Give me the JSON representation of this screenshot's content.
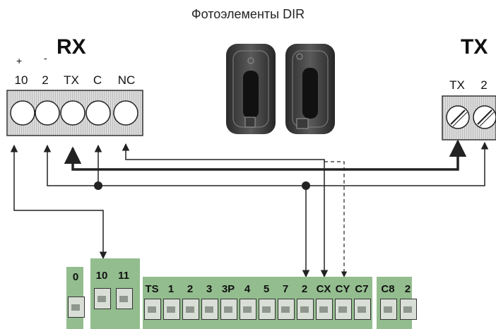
{
  "title": "Фотоэлементы DIR",
  "rx": {
    "heading": "RX",
    "plus_sign": "+",
    "minus_sign": "-",
    "terminals": [
      "10",
      "2",
      "TX",
      "C",
      "NC"
    ]
  },
  "tx": {
    "heading": "TX",
    "terminals": [
      "TX",
      "2"
    ]
  },
  "board": {
    "block_a": [
      "0"
    ],
    "block_b": [
      "10",
      "11"
    ],
    "block_c": [
      "TS",
      "1",
      "2",
      "3",
      "3P",
      "4",
      "5",
      "7",
      "2",
      "CX",
      "CY",
      "C7"
    ],
    "block_d": [
      "C8",
      "2"
    ]
  },
  "colors": {
    "terminal_green": "#93bd8e",
    "wire": "#222222"
  }
}
